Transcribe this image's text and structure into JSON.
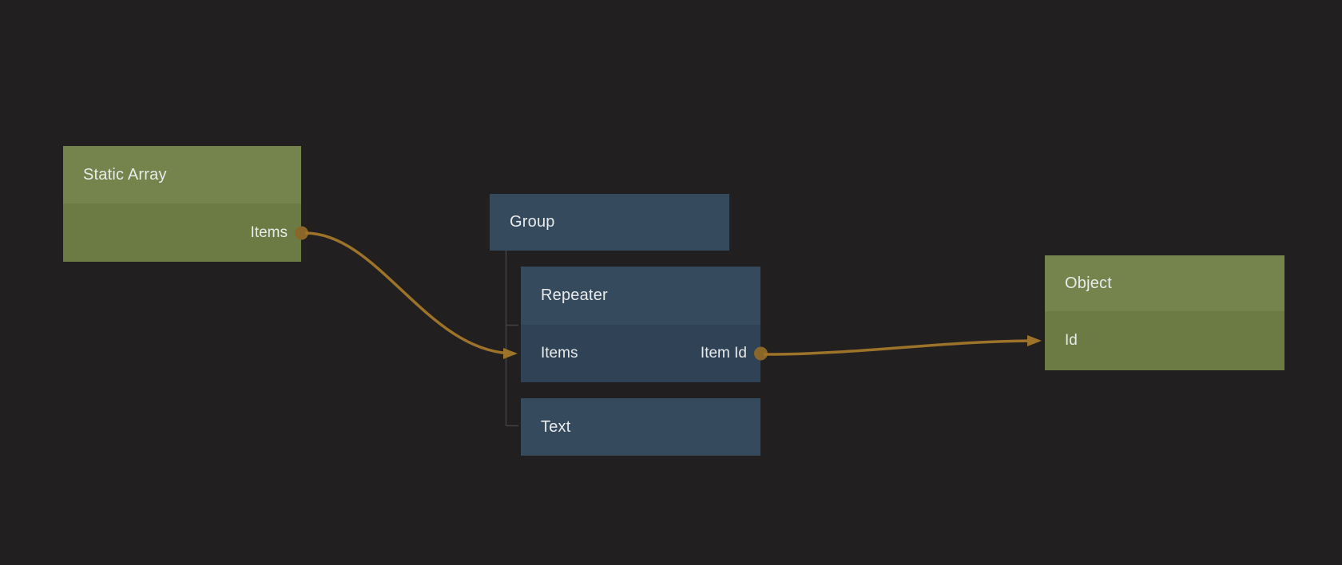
{
  "app": {
    "view": "node-graph-canvas",
    "background": "#211f1f"
  },
  "palette": {
    "data_node_header": "#75844d",
    "data_node_body": "#6c7b43",
    "ui_node_header": "#364a5e",
    "ui_node_body": "#2f4256",
    "wire": "#9c7329",
    "port": "#8a6628",
    "tree_line": "#424242",
    "text": "#e9eaea"
  },
  "nodes": [
    {
      "id": "static-array",
      "title": "Static Array",
      "kind": "data",
      "ports": [
        {
          "name": "Items",
          "direction": "output"
        }
      ]
    },
    {
      "id": "group",
      "title": "Group",
      "kind": "ui",
      "ports": []
    },
    {
      "id": "repeater",
      "title": "Repeater",
      "kind": "ui",
      "parent": "group",
      "ports": [
        {
          "name": "Items",
          "direction": "input"
        },
        {
          "name": "Item Id",
          "direction": "output"
        }
      ]
    },
    {
      "id": "text",
      "title": "Text",
      "kind": "ui",
      "parent": "group",
      "ports": []
    },
    {
      "id": "object",
      "title": "Object",
      "kind": "data",
      "ports": [
        {
          "name": "Id",
          "direction": "input"
        }
      ]
    }
  ],
  "connections": [
    {
      "from_node": "Static Array",
      "from_port": "Items",
      "to_node": "Repeater",
      "to_port": "Items"
    },
    {
      "from_node": "Repeater",
      "from_port": "Item Id",
      "to_node": "Object",
      "to_port": "Id"
    }
  ]
}
